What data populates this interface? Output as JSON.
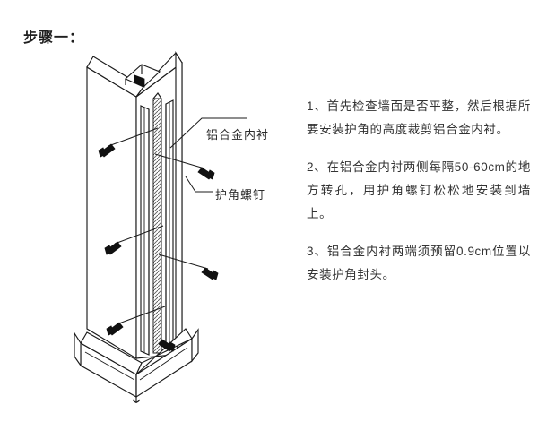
{
  "document": {
    "title": "步骤一：",
    "background_color": "#ffffff",
    "ink_color": "#2a2a2a"
  },
  "diagram": {
    "name": "wall-corner-guard-installation-isometric",
    "description": "墙角护角安装示意图",
    "callouts": [
      {
        "id": "aluminum-liner",
        "label": "铝合金内衬"
      },
      {
        "id": "corner-guard-screw",
        "label": "护角螺钉"
      }
    ],
    "screw_count_left": 3,
    "screw_count_right": 3
  },
  "instructions": [
    {
      "index": "1、",
      "text": "1、首先检查墙面是否平整，然后根据所要安装护角的高度裁剪铝合金内衬。"
    },
    {
      "index": "2、",
      "text": "2、在铝合金内衬两侧每隔50-60cm的地方转孔，用护角螺钉松松地安装到墙上。"
    },
    {
      "index": "3、",
      "text": "3、铝合金内衬两端须预留0.9cm位置以安装护角封头。"
    }
  ]
}
